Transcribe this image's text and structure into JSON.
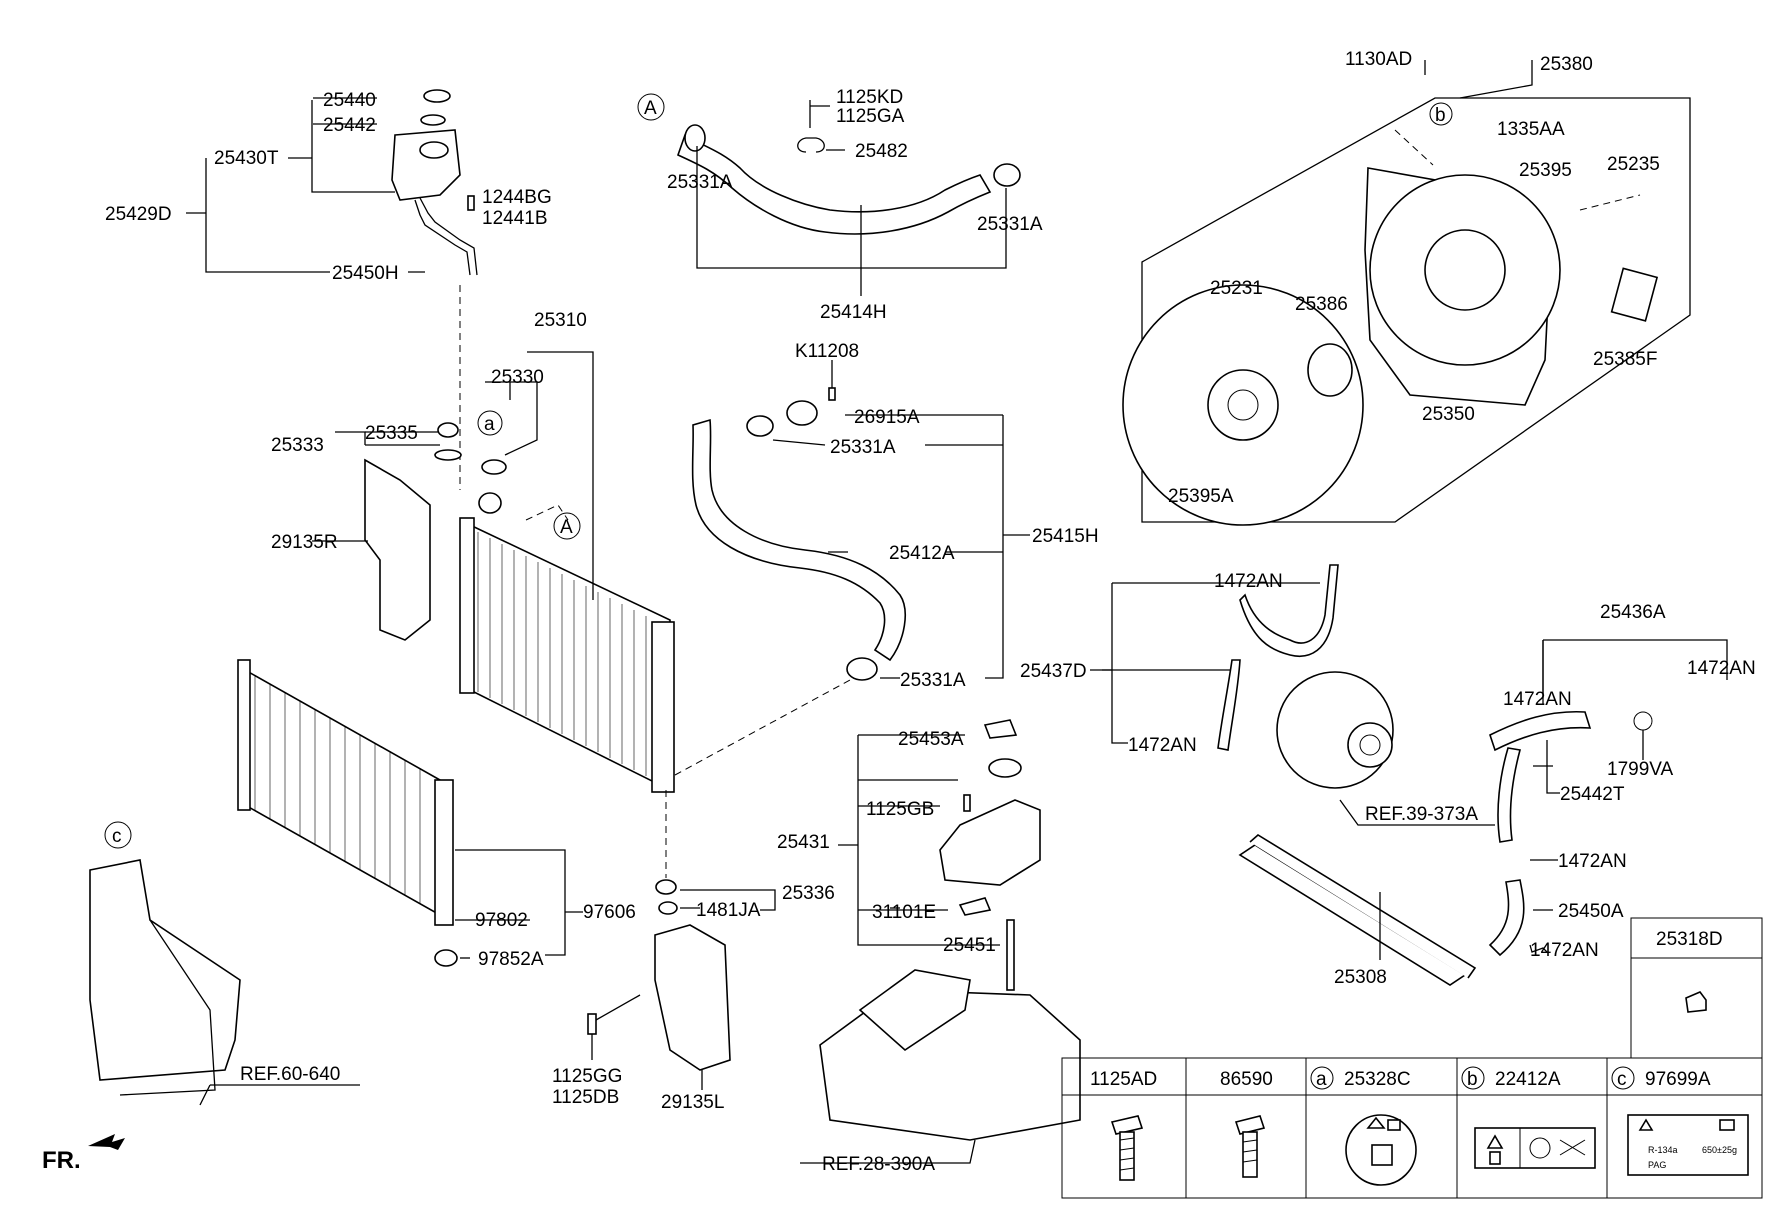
{
  "parts": {
    "p25440": "25440",
    "p25442": "25442",
    "p25430T": "25430T",
    "p25429D": "25429D",
    "p1244BG": "1244BG",
    "p12441B": "12441B",
    "p25450H": "25450H",
    "pA1": "A",
    "p1125KD": "1125KD",
    "p1125GA": "1125GA",
    "p25482": "25482",
    "p25331A_1": "25331A",
    "p25331A_2": "25331A",
    "p25414H": "25414H",
    "p1130AD": "1130AD",
    "p25380": "25380",
    "pb1": "b",
    "p1335AA": "1335AA",
    "p25395": "25395",
    "p25235": "25235",
    "p25231": "25231",
    "p25386": "25386",
    "p25385F": "25385F",
    "p25350": "25350",
    "p25395A": "25395A",
    "p25310": "25310",
    "p25330": "25330",
    "pa1": "a",
    "p25333": "25333",
    "p25335": "25335",
    "p29135R": "29135R",
    "pA2": "A",
    "pK11208": "K11208",
    "p26915A": "26915A",
    "p25331A_3": "25331A",
    "p25412A": "25412A",
    "p25415H": "25415H",
    "p25331A_4": "25331A",
    "p1472AN_1": "1472AN",
    "p25437D": "25437D",
    "p1472AN_2": "1472AN",
    "p25436A": "25436A",
    "p1472AN_3": "1472AN",
    "p1472AN_4": "1472AN",
    "p1799VA": "1799VA",
    "p25442T": "25442T",
    "p1472AN_5": "1472AN",
    "p25450A": "25450A",
    "p1472AN_6": "1472AN",
    "p25308": "25308",
    "pREF39": "REF.39-373A",
    "p25453A": "25453A",
    "p1125GB": "1125GB",
    "p25431": "25431",
    "p31101E": "31101E",
    "p25451": "25451",
    "pREF28": "REF.28-390A",
    "p25336": "25336",
    "p1481JA": "1481JA",
    "p97606": "97606",
    "p97802": "97802",
    "p97852A": "97852A",
    "pc1": "c",
    "pREF60": "REF.60-640",
    "p1125GG": "1125GG",
    "p1125DB": "1125DB",
    "p29135L": "29135L",
    "pFR": "FR."
  },
  "legend_box": {
    "top_right_header": "25318D",
    "headers": [
      {
        "letter": "",
        "code": "1125AD"
      },
      {
        "letter": "",
        "code": "86590"
      },
      {
        "letter": "a",
        "code": "25328C"
      },
      {
        "letter": "b",
        "code": "22412A"
      },
      {
        "letter": "c",
        "code": "97699A"
      }
    ],
    "label_texts": {
      "refrigerant": "R-134a",
      "amount": "650±25g",
      "oil": "PAG"
    }
  }
}
